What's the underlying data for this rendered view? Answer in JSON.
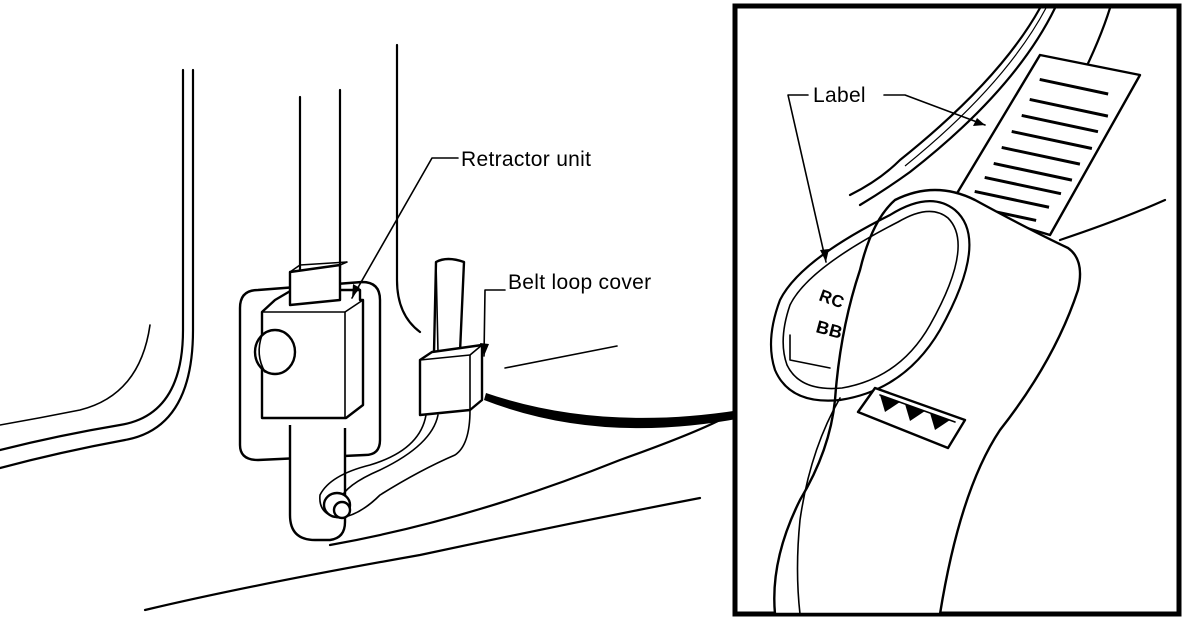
{
  "callouts": {
    "retractor_unit": "Retractor unit",
    "belt_loop_cover": "Belt loop cover",
    "label": "Label"
  },
  "belt_letters": {
    "top": "RC",
    "bottom": "BB"
  },
  "colors": {
    "ink": "#000000",
    "paper": "#ffffff"
  }
}
